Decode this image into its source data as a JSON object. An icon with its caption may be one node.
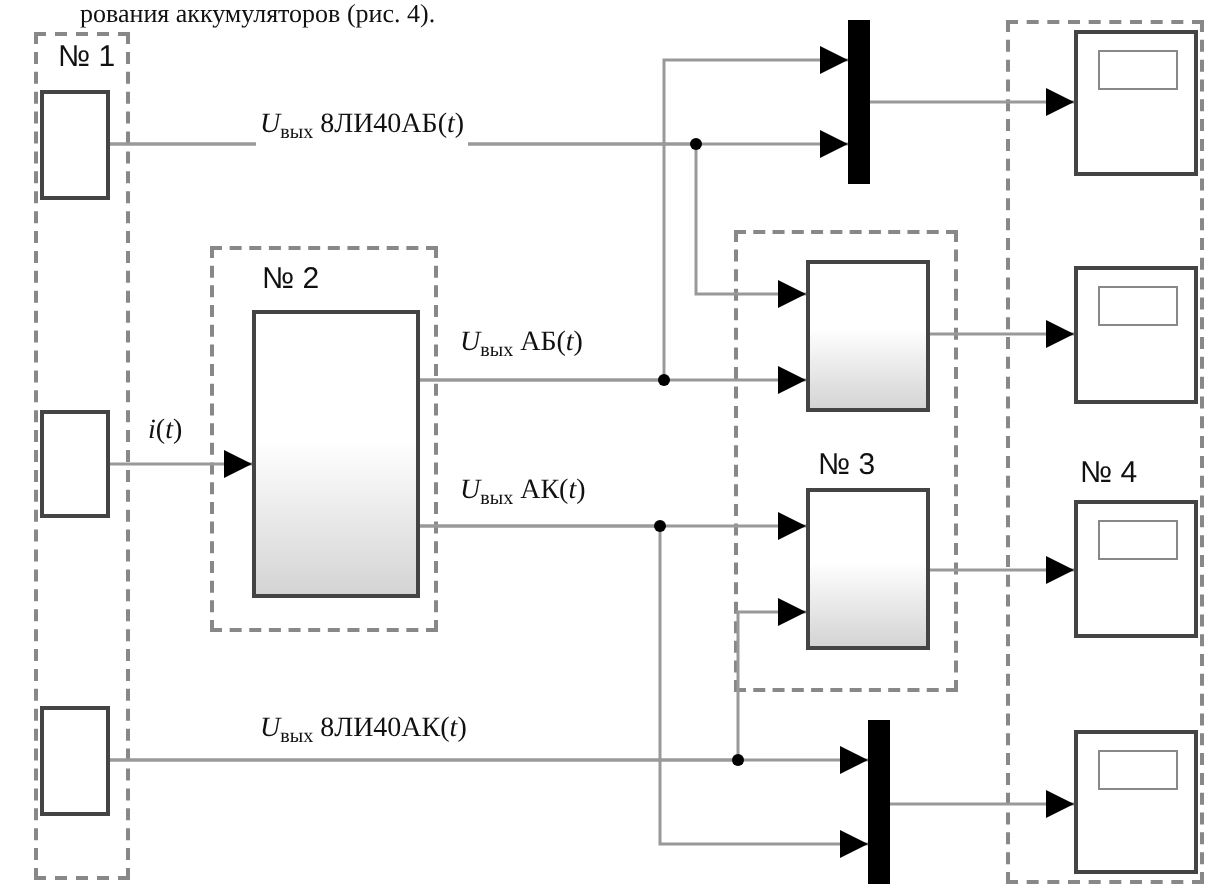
{
  "diagram": {
    "nodes": [
      {
        "text": [
          "№ 1"
        ]
      },
      {
        "text": [],
        "shape": "box",
        "in": 0
      },
      {
        "text": [],
        "shape": "box",
        "in": 0
      },
      {
        "text": [],
        "shape": "box",
        "in": 0
      },
      {
        "text": [
          "№ 2"
        ]
      },
      {
        "text": [],
        "shape": "box",
        "in": 4
      },
      {
        "text": [
          "№ 3"
        ]
      },
      {
        "text": [],
        "shape": "box",
        "in": 6
      },
      {
        "text": [],
        "shape": "box",
        "in": 6
      },
      {
        "text": [
          "№ 4"
        ]
      },
      {
        "text": [],
        "shape": "box",
        "in": 9
      },
      {
        "text": [],
        "shape": "box",
        "in": 9
      },
      {
        "text": [],
        "shape": "box",
        "in": 9
      },
      {
        "text": [],
        "shape": "box",
        "in": 9
      },
      {
        "text": [],
        "shape": "bar"
      },
      {
        "text": [],
        "shape": "bar"
      }
    ],
    "edges": [
      {
        "from": 1,
        "to": 14,
        "arrow": "to",
        "label": "*U*$_{вых}$ 8ЛИ40АБ(*t*)"
      },
      {
        "from": 1,
        "to": 7,
        "arrow": "to"
      },
      {
        "from": 2,
        "to": 5,
        "arrow": "to",
        "label": "*i*(*t*)"
      },
      {
        "from": 5,
        "to": 14,
        "arrow": "to",
        "label": "*U*$_{вых}$ АБ(*t*)"
      },
      {
        "from": 5,
        "to": 7,
        "arrow": "to"
      },
      {
        "from": 5,
        "to": 8,
        "arrow": "to",
        "label": "*U*$_{вых}$ АК(*t*)"
      },
      {
        "from": 5,
        "to": 15,
        "arrow": "to"
      },
      {
        "from": 3,
        "to": 15,
        "arrow": "to",
        "label": "*U*$_{вых}$ 8ЛИ40АК(*t*)"
      },
      {
        "from": 3,
        "to": 8,
        "arrow": "to"
      },
      {
        "from": 14,
        "to": 10,
        "arrow": "to"
      },
      {
        "from": 7,
        "to": 11,
        "arrow": "to"
      },
      {
        "from": 8,
        "to": 12,
        "arrow": "to"
      },
      {
        "from": 15,
        "to": 13,
        "arrow": "to"
      }
    ],
    "labels": [
      "рования аккумуляторов (рис. 4)."
    ]
  }
}
